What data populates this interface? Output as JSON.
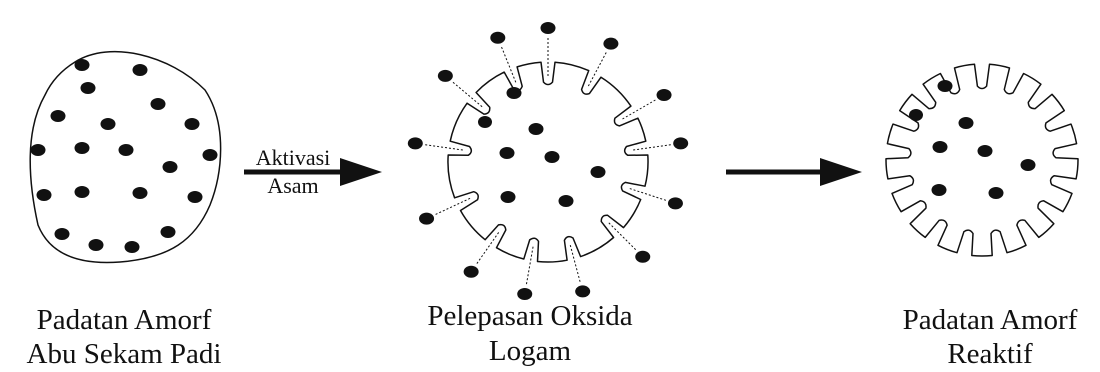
{
  "stages": [
    {
      "line1": "Padatan Amorf",
      "line2": "Abu Sekam Padi"
    },
    {
      "line1": "Pelepasan Oksida",
      "line2": "Logam"
    },
    {
      "line1": "Padatan Amorf",
      "line2": "Reaktif"
    }
  ],
  "arrows": [
    {
      "label_top": "Aktivasi",
      "label_bottom": "Asam"
    },
    {
      "label_top": "",
      "label_bottom": ""
    }
  ],
  "colors": {
    "ink": "#111111",
    "background": "#ffffff"
  }
}
